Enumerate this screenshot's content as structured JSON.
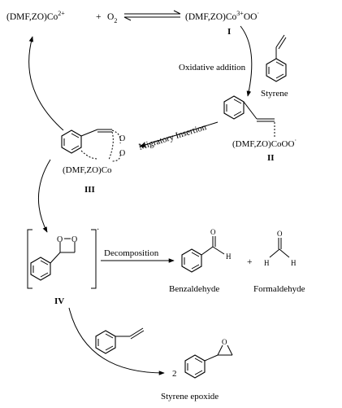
{
  "reaction_top": {
    "left_species": "(DMF,ZO)Co",
    "left_charge": "2+",
    "plus": "+",
    "o2_symbol": "O",
    "o2_sub": "2",
    "product_prefix": "(DMF,ZO)Co",
    "product_charge": "3+",
    "product_suffix": "OO",
    "product_dot": "·"
  },
  "labels": {
    "I": "I",
    "II": "II",
    "III": "III",
    "IV": "IV"
  },
  "steps": {
    "oxidative_addition": "Oxidative addition",
    "migratory_insertion": "Migratory Insertion",
    "decomposition": "Decomposition"
  },
  "species": {
    "styrene": "Styrene",
    "complex_II": "(DMF,ZO)CoOO",
    "complex_II_dot": "·",
    "complex_III": "(DMF,ZO)Co",
    "dioxetane_charge": "·",
    "benzaldehyde": "Benzaldehyde",
    "formaldehyde": "Formaldehyde",
    "styrene_epoxide": "Styrene epoxide",
    "epoxide_coefficient": "2",
    "plus_products": "+"
  },
  "atoms": {
    "O": "O",
    "H": "H"
  }
}
